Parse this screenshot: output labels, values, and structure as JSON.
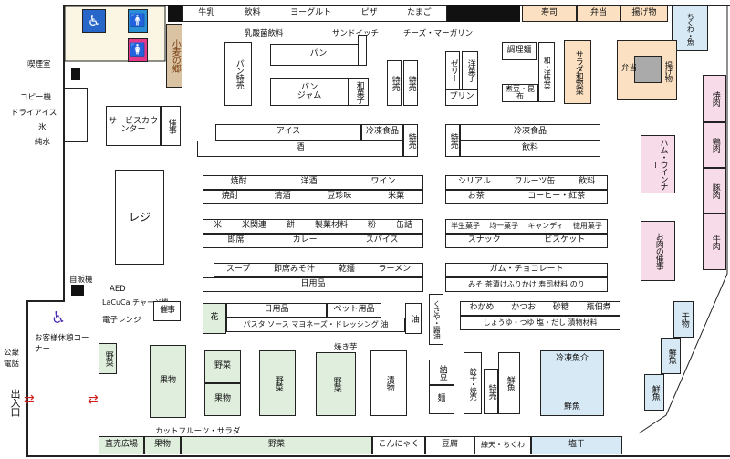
{
  "store_map": {
    "top_row": [
      "牛乳",
      "飲料",
      "ヨーグルト",
      "ピザ",
      "たまご"
    ],
    "top_right": [
      "寿司",
      "弁当",
      "揚げ物"
    ],
    "corner_right": "ちくわ・魚",
    "upper_labels": {
      "lactic": "乳酸菌飲料",
      "sandwich": "サンドイッチ",
      "cheese": "チーズ・マーガリン"
    },
    "bread": "パン",
    "bread_sale": "パン特売",
    "bread_jam": [
      "パン",
      "ジャム"
    ],
    "wagashi": "和菓子",
    "special": "特売",
    "jelly": "ゼリー",
    "yougashi": "洋菓子",
    "pudding": "プリン",
    "chouri_men": "調理麺",
    "wayou": "和・洋惣菜",
    "nimame": "煮豆・昆布",
    "salad_wa": "サラダ和惣菜",
    "bento": "弁当",
    "agemono": "揚げ物",
    "yakiniku": "焼肉",
    "torimiku": "鶏肉",
    "butaniku": "豚肉",
    "gyuniku": "牛肉",
    "ham": "ハム・ウインナー",
    "meat_event": "お肉の催事",
    "smoking": "喫煙室",
    "copy": "コピー機",
    "dryice": "ドライアイス",
    "ice": "氷",
    "junsui": "純水",
    "service": "サービスカウンター",
    "event": "催事",
    "register": "レジ",
    "kofunosato": "小麦の郷",
    "ice_row": {
      "ice": "アイス",
      "frozen": "冷凍食品",
      "sale": "特売",
      "sake": "酒"
    },
    "frozen_right": {
      "sale": "特売",
      "frozen": "冷凍食品",
      "drinks": "飲料"
    },
    "alcohol": {
      "r1": [
        "焼酎",
        "洋酒",
        "ワイン"
      ],
      "r2": [
        "焼酎",
        "清酒",
        "豆珍味",
        "米菓"
      ]
    },
    "cereal": {
      "r1": [
        "シリアル",
        "フルーツ缶",
        "飲料"
      ],
      "r2": [
        "お茶",
        "コーヒー・紅茶"
      ]
    },
    "rice": {
      "r1": [
        "米",
        "米関連",
        "餅",
        "製菓材料",
        "粉",
        "缶詰"
      ],
      "r2": [
        "即席",
        "カレー",
        "スパイス"
      ]
    },
    "snacks": {
      "r1": [
        "半生菓子",
        "均一菓子",
        "キャンディ",
        "徳用菓子"
      ],
      "r2": [
        "スナック",
        "ビスケット"
      ]
    },
    "soup": {
      "r1": [
        "スープ",
        "即席みそ汁",
        "乾麺",
        "ラーメン"
      ],
      "r2": "日用品"
    },
    "gum": {
      "r1": "ガム・チョコレート",
      "r2": "みそ 茶漬けふりかけ 寿司材料 のり"
    },
    "vending": "自販機",
    "aed": "AED",
    "lacuca": "LaCuCa チャージ機",
    "microwave": "電子レンジ",
    "lounge": "お客様休憩コーナー",
    "public_phone": "公衆電話",
    "entrance": "出入口",
    "flower": "花",
    "daily": "日用品",
    "pet": "ペット用品",
    "pasta": "パスタ ソース マヨネーズ・ドレッシング 油",
    "abura": "油",
    "kusaya": "くさや・醤油",
    "wakame": [
      "わかめ",
      "かつお",
      "砂糖",
      "瓶佃煮"
    ],
    "shoyu": "しょうゆ・つゆ 塩・だし 漬物材料",
    "yasai": "野菜",
    "kudamono": "果物",
    "yakiimo": "焼き芋",
    "tsukemono": "漬物",
    "natto": "納豆",
    "men": "麺",
    "gyoza": "餃子・焼売",
    "sengyo": "鮮魚",
    "reito_gyokai": "冷凍魚介",
    "hikimono": "干物",
    "cut_fruit": "カットフルーツ・サラダ",
    "bottom_row": [
      "直売広場",
      "果物",
      "野菜",
      "こんにゃく",
      "豆腐",
      "練天・ちくわ",
      "塩干"
    ]
  }
}
